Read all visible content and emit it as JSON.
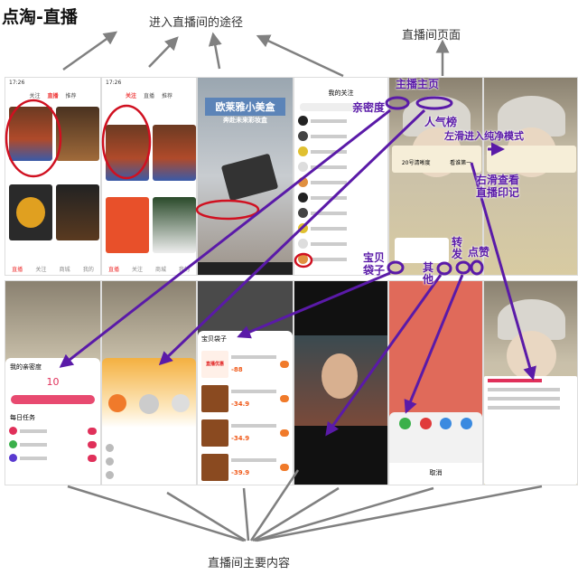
{
  "title": "点淘-直播",
  "labels": {
    "entry_paths": "进入直播间的途径",
    "room_page": "直播间页面",
    "main_content": "直播间主要内容"
  },
  "annotations": {
    "anchor_home": "主播主页",
    "intimacy": "亲密度",
    "popularity": "人气榜",
    "swipe_left": "左滑进入纯净模式",
    "swipe_right": "右滑查看直播印记",
    "bag": "宝贝袋子",
    "share": "转发",
    "like": "点赞",
    "other": "其他"
  },
  "screens": {
    "feed1": {
      "time": "17:26",
      "tabs": [
        "关注",
        "直播",
        "推荐"
      ],
      "nav": [
        "直播",
        "关注",
        "商城",
        "我的"
      ]
    },
    "feed2": {
      "time": "17:26",
      "tabs": [
        "关注",
        "直播",
        "推荐"
      ],
      "nav": [
        "直播",
        "关注",
        "商城",
        "我的"
      ]
    },
    "video": {
      "banner": "欧莱雅小美盒",
      "sub": "奔赴未来彩妆盒"
    },
    "follow": {
      "title": "我的关注"
    },
    "fans": {
      "title": "我的亲密度",
      "count": "10",
      "tasks_title": "每日任务"
    },
    "goods": {
      "title": "宝贝袋子",
      "prices": [
        "-88",
        "-34.9",
        "-34.9",
        "-39.9"
      ],
      "coupon": "直播优惠"
    },
    "share": {
      "cancel": "取消"
    },
    "rank": {
      "item1": "20号清晰度",
      "item2": "看谁第一"
    }
  },
  "colors": {
    "annotation": "#5a1aa8",
    "highlight": "#d01020",
    "arrow": "#808080"
  }
}
